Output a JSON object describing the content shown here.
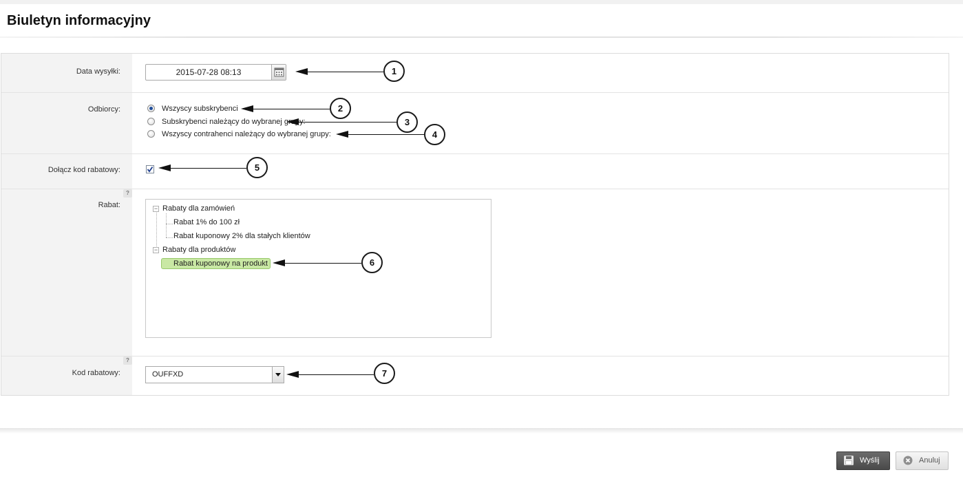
{
  "page": {
    "title": "Biuletyn informacyjny"
  },
  "form": {
    "send_date": {
      "label": "Data wysyłki:",
      "value": "2015-07-28 08:13",
      "icon": "calendar-icon"
    },
    "recipients": {
      "label": "Odbiorcy:",
      "options": [
        {
          "label": "Wszyscy subskrybenci",
          "checked": true
        },
        {
          "label": "Subskrybenci należący do wybranej grupy:",
          "checked": false
        },
        {
          "label": "Wszyscy contrahenci należący do wybranej grupy:",
          "checked": false
        }
      ]
    },
    "attach_code": {
      "label": "Dołącz kod rabatowy:",
      "checked": true
    },
    "discount": {
      "label": "Rabat:",
      "help": "?",
      "tree": [
        {
          "label": "Rabaty dla zamówień",
          "toggle": "−",
          "children": [
            {
              "label": "Rabat 1% do 100 zł"
            },
            {
              "label": "Rabat kuponowy 2% dla stałych klientów"
            }
          ]
        },
        {
          "label": "Rabaty dla produktów",
          "toggle": "−",
          "children": [
            {
              "label": "Rabat kuponowy na produkt",
              "selected": true
            }
          ]
        }
      ]
    },
    "discount_code": {
      "label": "Kod rabatowy:",
      "help": "?",
      "value": "OUFFXD"
    }
  },
  "callouts": [
    "1",
    "2",
    "3",
    "4",
    "5",
    "6",
    "7"
  ],
  "buttons": {
    "send": {
      "label": "Wyślij",
      "icon": "floppy-disk-icon"
    },
    "cancel": {
      "label": "Anuluj",
      "icon": "cancel-circle-icon"
    }
  },
  "colors": {
    "selected_node": "#c9e8a4",
    "radio_dot": "#1f4e9b",
    "send_button": "#555555"
  }
}
